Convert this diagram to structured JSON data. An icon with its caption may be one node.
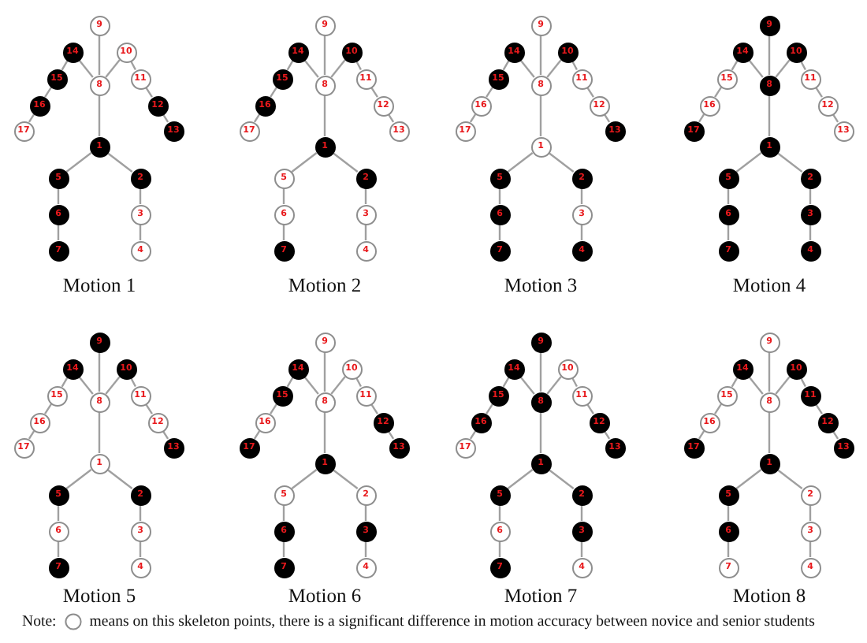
{
  "diagram": {
    "nodes": [
      {
        "text": [
          "9"
        ]
      },
      {
        "text": [
          "14"
        ]
      },
      {
        "text": [
          "10"
        ]
      },
      {
        "text": [
          "8"
        ]
      },
      {
        "text": [
          "15"
        ]
      },
      {
        "text": [
          "11"
        ]
      },
      {
        "text": [
          "16"
        ]
      },
      {
        "text": [
          "12"
        ]
      },
      {
        "text": [
          "17"
        ]
      },
      {
        "text": [
          "13"
        ]
      },
      {
        "text": [
          "1"
        ]
      },
      {
        "text": [
          "5"
        ]
      },
      {
        "text": [
          "2"
        ]
      },
      {
        "text": [
          "6"
        ]
      },
      {
        "text": [
          "3"
        ]
      },
      {
        "text": [
          "7"
        ]
      },
      {
        "text": [
          "4"
        ]
      },
      {
        "text": [
          "9"
        ]
      },
      {
        "text": [
          "14"
        ]
      },
      {
        "text": [
          "10"
        ]
      },
      {
        "text": [
          "8"
        ]
      },
      {
        "text": [
          "15"
        ]
      },
      {
        "text": [
          "11"
        ]
      },
      {
        "text": [
          "16"
        ]
      },
      {
        "text": [
          "12"
        ]
      },
      {
        "text": [
          "17"
        ]
      },
      {
        "text": [
          "13"
        ]
      },
      {
        "text": [
          "1"
        ]
      },
      {
        "text": [
          "5"
        ]
      },
      {
        "text": [
          "2"
        ]
      },
      {
        "text": [
          "6"
        ]
      },
      {
        "text": [
          "3"
        ]
      },
      {
        "text": [
          "7"
        ]
      },
      {
        "text": [
          "4"
        ]
      },
      {
        "text": [
          "9"
        ]
      },
      {
        "text": [
          "14"
        ]
      },
      {
        "text": [
          "10"
        ]
      },
      {
        "text": [
          "8"
        ]
      },
      {
        "text": [
          "15"
        ]
      },
      {
        "text": [
          "11"
        ]
      },
      {
        "text": [
          "16"
        ]
      },
      {
        "text": [
          "12"
        ]
      },
      {
        "text": [
          "17"
        ]
      },
      {
        "text": [
          "13"
        ]
      },
      {
        "text": [
          "1"
        ]
      },
      {
        "text": [
          "5"
        ]
      },
      {
        "text": [
          "2"
        ]
      },
      {
        "text": [
          "6"
        ]
      },
      {
        "text": [
          "3"
        ]
      },
      {
        "text": [
          "7"
        ]
      },
      {
        "text": [
          "4"
        ]
      },
      {
        "text": [
          "9"
        ]
      },
      {
        "text": [
          "14"
        ]
      },
      {
        "text": [
          "10"
        ]
      },
      {
        "text": [
          "8"
        ]
      },
      {
        "text": [
          "15"
        ]
      },
      {
        "text": [
          "11"
        ]
      },
      {
        "text": [
          "16"
        ]
      },
      {
        "text": [
          "12"
        ]
      },
      {
        "text": [
          "17"
        ]
      },
      {
        "text": [
          "13"
        ]
      },
      {
        "text": [
          "1"
        ]
      },
      {
        "text": [
          "5"
        ]
      },
      {
        "text": [
          "2"
        ]
      },
      {
        "text": [
          "6"
        ]
      },
      {
        "text": [
          "3"
        ]
      },
      {
        "text": [
          "7"
        ]
      },
      {
        "text": [
          "4"
        ]
      },
      {
        "text": [
          "9"
        ]
      },
      {
        "text": [
          "14"
        ]
      },
      {
        "text": [
          "10"
        ]
      },
      {
        "text": [
          "8"
        ]
      },
      {
        "text": [
          "15"
        ]
      },
      {
        "text": [
          "11"
        ]
      },
      {
        "text": [
          "16"
        ]
      },
      {
        "text": [
          "12"
        ]
      },
      {
        "text": [
          "17"
        ]
      },
      {
        "text": [
          "13"
        ]
      },
      {
        "text": [
          "1"
        ]
      },
      {
        "text": [
          "5"
        ]
      },
      {
        "text": [
          "2"
        ]
      },
      {
        "text": [
          "6"
        ]
      },
      {
        "text": [
          "3"
        ]
      },
      {
        "text": [
          "7"
        ]
      },
      {
        "text": [
          "4"
        ]
      },
      {
        "text": [
          "9"
        ]
      },
      {
        "text": [
          "14"
        ]
      },
      {
        "text": [
          "10"
        ]
      },
      {
        "text": [
          "8"
        ]
      },
      {
        "text": [
          "15"
        ]
      },
      {
        "text": [
          "11"
        ]
      },
      {
        "text": [
          "16"
        ]
      },
      {
        "text": [
          "12"
        ]
      },
      {
        "text": [
          "17"
        ]
      },
      {
        "text": [
          "13"
        ]
      },
      {
        "text": [
          "1"
        ]
      },
      {
        "text": [
          "5"
        ]
      },
      {
        "text": [
          "2"
        ]
      },
      {
        "text": [
          "6"
        ]
      },
      {
        "text": [
          "3"
        ]
      },
      {
        "text": [
          "7"
        ]
      },
      {
        "text": [
          "4"
        ]
      },
      {
        "text": [
          "9"
        ]
      },
      {
        "text": [
          "14"
        ]
      },
      {
        "text": [
          "10"
        ]
      },
      {
        "text": [
          "8"
        ]
      },
      {
        "text": [
          "15"
        ]
      },
      {
        "text": [
          "11"
        ]
      },
      {
        "text": [
          "16"
        ]
      },
      {
        "text": [
          "12"
        ]
      },
      {
        "text": [
          "17"
        ]
      },
      {
        "text": [
          "13"
        ]
      },
      {
        "text": [
          "1"
        ]
      },
      {
        "text": [
          "5"
        ]
      },
      {
        "text": [
          "2"
        ]
      },
      {
        "text": [
          "6"
        ]
      },
      {
        "text": [
          "3"
        ]
      },
      {
        "text": [
          "7"
        ]
      },
      {
        "text": [
          "4"
        ]
      },
      {
        "text": [
          "9"
        ]
      },
      {
        "text": [
          "14"
        ]
      },
      {
        "text": [
          "10"
        ]
      },
      {
        "text": [
          "8"
        ]
      },
      {
        "text": [
          "15"
        ]
      },
      {
        "text": [
          "11"
        ]
      },
      {
        "text": [
          "16"
        ]
      },
      {
        "text": [
          "12"
        ]
      },
      {
        "text": [
          "17"
        ]
      },
      {
        "text": [
          "13"
        ]
      },
      {
        "text": [
          "1"
        ]
      },
      {
        "text": [
          "5"
        ]
      },
      {
        "text": [
          "2"
        ]
      },
      {
        "text": [
          "6"
        ]
      },
      {
        "text": [
          "3"
        ]
      },
      {
        "text": [
          "7"
        ]
      },
      {
        "text": [
          "4"
        ]
      }
    ],
    "edges": [
      {
        "from": 0,
        "to": 3,
        "arrow": "none"
      },
      {
        "from": 3,
        "to": 1,
        "arrow": "none"
      },
      {
        "from": 1,
        "to": 4,
        "arrow": "none"
      },
      {
        "from": 4,
        "to": 6,
        "arrow": "none"
      },
      {
        "from": 6,
        "to": 8,
        "arrow": "none"
      },
      {
        "from": 3,
        "to": 2,
        "arrow": "none"
      },
      {
        "from": 2,
        "to": 5,
        "arrow": "none"
      },
      {
        "from": 5,
        "to": 7,
        "arrow": "none"
      },
      {
        "from": 7,
        "to": 9,
        "arrow": "none"
      },
      {
        "from": 3,
        "to": 10,
        "arrow": "none"
      },
      {
        "from": 10,
        "to": 11,
        "arrow": "none"
      },
      {
        "from": 11,
        "to": 13,
        "arrow": "none"
      },
      {
        "from": 13,
        "to": 15,
        "arrow": "none"
      },
      {
        "from": 10,
        "to": 12,
        "arrow": "none"
      },
      {
        "from": 12,
        "to": 14,
        "arrow": "none"
      },
      {
        "from": 14,
        "to": 16,
        "arrow": "none"
      },
      {
        "from": 17,
        "to": 20,
        "arrow": "none"
      },
      {
        "from": 20,
        "to": 18,
        "arrow": "none"
      },
      {
        "from": 18,
        "to": 21,
        "arrow": "none"
      },
      {
        "from": 21,
        "to": 23,
        "arrow": "none"
      },
      {
        "from": 23,
        "to": 25,
        "arrow": "none"
      },
      {
        "from": 20,
        "to": 19,
        "arrow": "none"
      },
      {
        "from": 19,
        "to": 22,
        "arrow": "none"
      },
      {
        "from": 22,
        "to": 24,
        "arrow": "none"
      },
      {
        "from": 24,
        "to": 26,
        "arrow": "none"
      },
      {
        "from": 20,
        "to": 27,
        "arrow": "none"
      },
      {
        "from": 27,
        "to": 28,
        "arrow": "none"
      },
      {
        "from": 28,
        "to": 30,
        "arrow": "none"
      },
      {
        "from": 30,
        "to": 32,
        "arrow": "none"
      },
      {
        "from": 27,
        "to": 29,
        "arrow": "none"
      },
      {
        "from": 29,
        "to": 31,
        "arrow": "none"
      },
      {
        "from": 31,
        "to": 33,
        "arrow": "none"
      },
      {
        "from": 34,
        "to": 37,
        "arrow": "none"
      },
      {
        "from": 37,
        "to": 35,
        "arrow": "none"
      },
      {
        "from": 35,
        "to": 38,
        "arrow": "none"
      },
      {
        "from": 38,
        "to": 40,
        "arrow": "none"
      },
      {
        "from": 40,
        "to": 42,
        "arrow": "none"
      },
      {
        "from": 37,
        "to": 36,
        "arrow": "none"
      },
      {
        "from": 36,
        "to": 39,
        "arrow": "none"
      },
      {
        "from": 39,
        "to": 41,
        "arrow": "none"
      },
      {
        "from": 41,
        "to": 43,
        "arrow": "none"
      },
      {
        "from": 37,
        "to": 44,
        "arrow": "none"
      },
      {
        "from": 44,
        "to": 45,
        "arrow": "none"
      },
      {
        "from": 45,
        "to": 47,
        "arrow": "none"
      },
      {
        "from": 47,
        "to": 49,
        "arrow": "none"
      },
      {
        "from": 44,
        "to": 46,
        "arrow": "none"
      },
      {
        "from": 46,
        "to": 48,
        "arrow": "none"
      },
      {
        "from": 48,
        "to": 50,
        "arrow": "none"
      },
      {
        "from": 51,
        "to": 54,
        "arrow": "none"
      },
      {
        "from": 54,
        "to": 52,
        "arrow": "none"
      },
      {
        "from": 52,
        "to": 55,
        "arrow": "none"
      },
      {
        "from": 55,
        "to": 57,
        "arrow": "none"
      },
      {
        "from": 57,
        "to": 59,
        "arrow": "none"
      },
      {
        "from": 54,
        "to": 53,
        "arrow": "none"
      },
      {
        "from": 53,
        "to": 56,
        "arrow": "none"
      },
      {
        "from": 56,
        "to": 58,
        "arrow": "none"
      },
      {
        "from": 58,
        "to": 60,
        "arrow": "none"
      },
      {
        "from": 54,
        "to": 61,
        "arrow": "none"
      },
      {
        "from": 61,
        "to": 62,
        "arrow": "none"
      },
      {
        "from": 62,
        "to": 64,
        "arrow": "none"
      },
      {
        "from": 64,
        "to": 66,
        "arrow": "none"
      },
      {
        "from": 61,
        "to": 63,
        "arrow": "none"
      },
      {
        "from": 63,
        "to": 65,
        "arrow": "none"
      },
      {
        "from": 65,
        "to": 67,
        "arrow": "none"
      },
      {
        "from": 68,
        "to": 71,
        "arrow": "none"
      },
      {
        "from": 71,
        "to": 69,
        "arrow": "none"
      },
      {
        "from": 69,
        "to": 72,
        "arrow": "none"
      },
      {
        "from": 72,
        "to": 74,
        "arrow": "none"
      },
      {
        "from": 74,
        "to": 76,
        "arrow": "none"
      },
      {
        "from": 71,
        "to": 70,
        "arrow": "none"
      },
      {
        "from": 70,
        "to": 73,
        "arrow": "none"
      },
      {
        "from": 73,
        "to": 75,
        "arrow": "none"
      },
      {
        "from": 75,
        "to": 77,
        "arrow": "none"
      },
      {
        "from": 71,
        "to": 78,
        "arrow": "none"
      },
      {
        "from": 78,
        "to": 79,
        "arrow": "none"
      },
      {
        "from": 79,
        "to": 81,
        "arrow": "none"
      },
      {
        "from": 81,
        "to": 83,
        "arrow": "none"
      },
      {
        "from": 78,
        "to": 80,
        "arrow": "none"
      },
      {
        "from": 80,
        "to": 82,
        "arrow": "none"
      },
      {
        "from": 82,
        "to": 84,
        "arrow": "none"
      },
      {
        "from": 85,
        "to": 88,
        "arrow": "none"
      },
      {
        "from": 88,
        "to": 86,
        "arrow": "none"
      },
      {
        "from": 86,
        "to": 89,
        "arrow": "none"
      },
      {
        "from": 89,
        "to": 91,
        "arrow": "none"
      },
      {
        "from": 91,
        "to": 93,
        "arrow": "none"
      },
      {
        "from": 88,
        "to": 87,
        "arrow": "none"
      },
      {
        "from": 87,
        "to": 90,
        "arrow": "none"
      },
      {
        "from": 90,
        "to": 92,
        "arrow": "none"
      },
      {
        "from": 92,
        "to": 94,
        "arrow": "none"
      },
      {
        "from": 88,
        "to": 95,
        "arrow": "none"
      },
      {
        "from": 95,
        "to": 96,
        "arrow": "none"
      },
      {
        "from": 96,
        "to": 98,
        "arrow": "none"
      },
      {
        "from": 98,
        "to": 100,
        "arrow": "none"
      },
      {
        "from": 95,
        "to": 97,
        "arrow": "none"
      },
      {
        "from": 97,
        "to": 99,
        "arrow": "none"
      },
      {
        "from": 99,
        "to": 101,
        "arrow": "none"
      },
      {
        "from": 102,
        "to": 105,
        "arrow": "none"
      },
      {
        "from": 105,
        "to": 103,
        "arrow": "none"
      },
      {
        "from": 103,
        "to": 106,
        "arrow": "none"
      },
      {
        "from": 106,
        "to": 108,
        "arrow": "none"
      },
      {
        "from": 108,
        "to": 110,
        "arrow": "none"
      },
      {
        "from": 105,
        "to": 104,
        "arrow": "none"
      },
      {
        "from": 104,
        "to": 107,
        "arrow": "none"
      },
      {
        "from": 107,
        "to": 109,
        "arrow": "none"
      },
      {
        "from": 109,
        "to": 111,
        "arrow": "none"
      },
      {
        "from": 105,
        "to": 112,
        "arrow": "none"
      },
      {
        "from": 112,
        "to": 113,
        "arrow": "none"
      },
      {
        "from": 113,
        "to": 115,
        "arrow": "none"
      },
      {
        "from": 115,
        "to": 117,
        "arrow": "none"
      },
      {
        "from": 112,
        "to": 114,
        "arrow": "none"
      },
      {
        "from": 114,
        "to": 116,
        "arrow": "none"
      },
      {
        "from": 116,
        "to": 118,
        "arrow": "none"
      },
      {
        "from": 119,
        "to": 122,
        "arrow": "none"
      },
      {
        "from": 122,
        "to": 120,
        "arrow": "none"
      },
      {
        "from": 120,
        "to": 123,
        "arrow": "none"
      },
      {
        "from": 123,
        "to": 125,
        "arrow": "none"
      },
      {
        "from": 125,
        "to": 127,
        "arrow": "none"
      },
      {
        "from": 122,
        "to": 121,
        "arrow": "none"
      },
      {
        "from": 121,
        "to": 124,
        "arrow": "none"
      },
      {
        "from": 124,
        "to": 126,
        "arrow": "none"
      },
      {
        "from": 126,
        "to": 128,
        "arrow": "none"
      },
      {
        "from": 122,
        "to": 129,
        "arrow": "none"
      },
      {
        "from": 129,
        "to": 130,
        "arrow": "none"
      },
      {
        "from": 130,
        "to": 132,
        "arrow": "none"
      },
      {
        "from": 132,
        "to": 134,
        "arrow": "none"
      },
      {
        "from": 129,
        "to": 131,
        "arrow": "none"
      },
      {
        "from": 131,
        "to": 133,
        "arrow": "none"
      },
      {
        "from": 133,
        "to": 135,
        "arrow": "none"
      }
    ],
    "labels": [
      "Motion 1",
      "Motion 2",
      "Motion 3",
      "Motion 4",
      "Motion 5",
      "Motion 6",
      "Motion 7",
      "Motion 8",
      "Note:"
    ],
    "legend": [
      {
        "text": "means on this skeleton points, there is a significant difference in motion accuracy between novice and senior students"
      }
    ]
  }
}
